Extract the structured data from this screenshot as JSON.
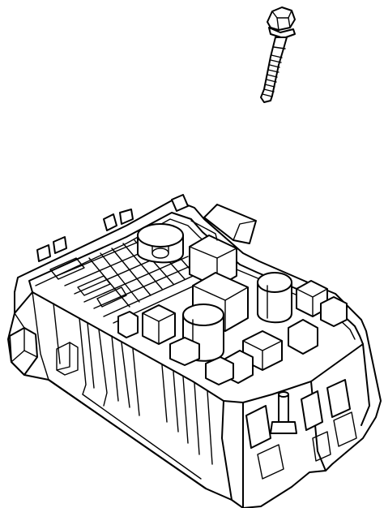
{
  "diagram": {
    "kind": "parts-illustration",
    "background": "#ffffff",
    "line_color": "#000000",
    "parts": [
      {
        "name": "bolt",
        "role": "fastener"
      },
      {
        "name": "fuse-relay-box",
        "role": "electrical-junction-block"
      }
    ]
  }
}
